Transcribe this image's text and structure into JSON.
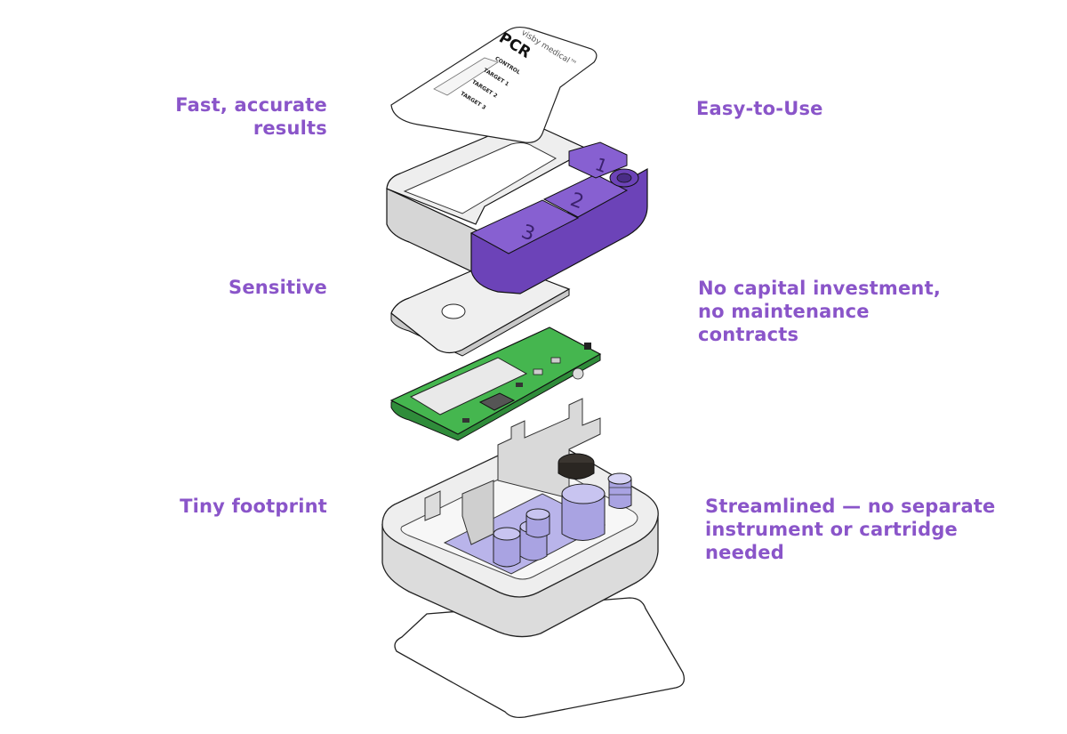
{
  "features_left": [
    {
      "lines": [
        "Fast, accurate",
        "results"
      ]
    },
    {
      "lines": [
        "Sensitive"
      ]
    },
    {
      "lines": [
        "Tiny footprint"
      ]
    }
  ],
  "features_right": [
    {
      "lines": [
        "Easy-to-Use"
      ]
    },
    {
      "lines": [
        "No capital investment,",
        "no maintenance",
        "contracts"
      ]
    },
    {
      "lines": [
        "Streamlined — no separate",
        "instrument or cartridge",
        "needed"
      ]
    }
  ],
  "result_card": {
    "brand": "visby medical™",
    "test_name": "PCR",
    "rows": [
      "CONTROL",
      "TARGET 1",
      "TARGET 2",
      "TARGET 3"
    ]
  },
  "buttons": [
    "1",
    "2",
    "3"
  ],
  "colors": {
    "accent_text": "#8a55c9",
    "button_purple": "#7b4fc8",
    "pcb_green": "#3fb04a",
    "housing_gray": "#e6e6e6",
    "reservoir_lavender": "#b7b2e8"
  }
}
